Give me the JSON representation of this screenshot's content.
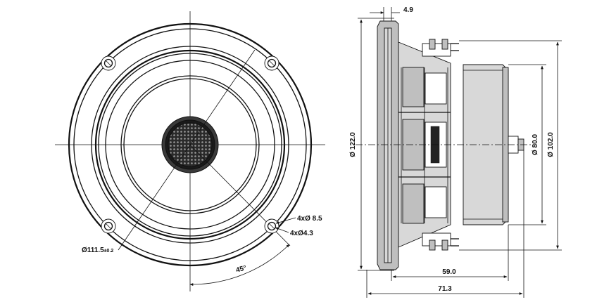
{
  "front_view": {
    "labels": {
      "mount_diameter": "Ø111.5",
      "mount_tolerance": "±0.2",
      "hole_large": "4xØ 8.5",
      "hole_small": "4xØ4.3",
      "angle": "45°"
    }
  },
  "side_view": {
    "labels": {
      "flange_thickness": "4.9",
      "outer_diameter": "Ø 122.0",
      "magnet_diameter": "Ø 80.0",
      "frame_diameter": "Ø 102.0",
      "mount_depth": "59.0",
      "total_depth": "71.3"
    }
  }
}
